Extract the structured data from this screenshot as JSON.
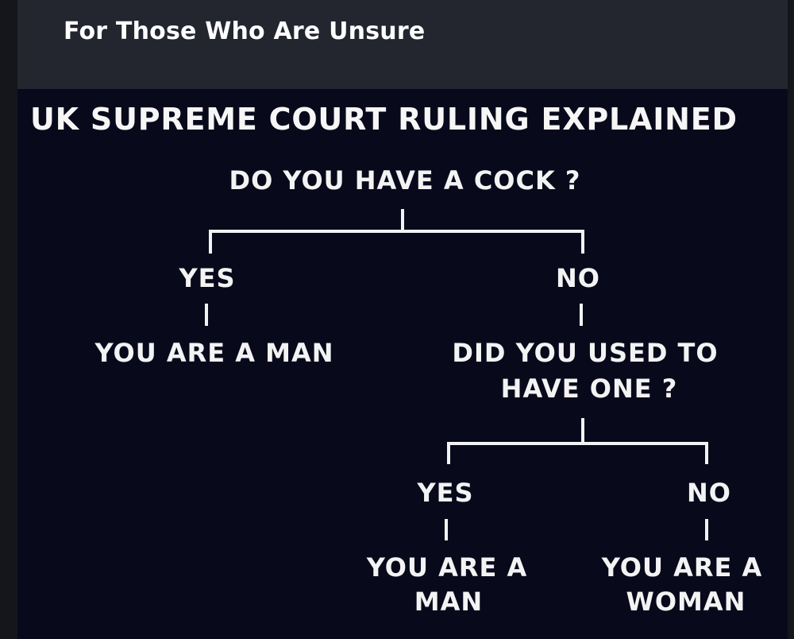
{
  "post": {
    "title": "For Those Who Are Unsure"
  },
  "flowchart": {
    "heading": "UK SUPREME COURT RULING EXPLAINED",
    "question_1": "DO YOU HAVE A COCK ?",
    "answer_1_yes": "YES",
    "answer_1_no": "NO",
    "result_1_yes": "YOU ARE A MAN",
    "question_2_line1": "DID YOU USED TO",
    "question_2_line2": "HAVE ONE ?",
    "answer_2_yes": "YES",
    "answer_2_no": "NO",
    "result_2_yes_line1": "YOU ARE A",
    "result_2_yes_line2": "MAN",
    "result_2_no_line1": "YOU ARE A",
    "result_2_no_line2": "WOMAN"
  },
  "colors": {
    "page_background": "#1c1f27",
    "header_background": "#23262f",
    "image_background": "#080a1c",
    "text": "#f3f3f3"
  }
}
